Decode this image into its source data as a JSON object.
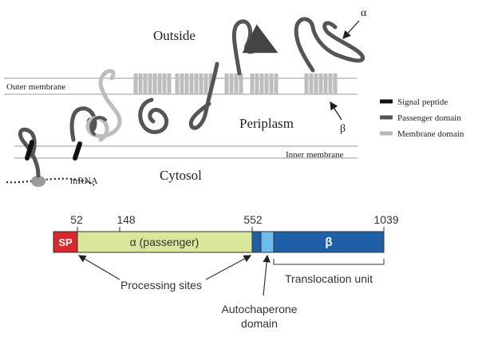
{
  "top_panel": {
    "outside_label": "Outside",
    "periplasm_label": "Periplasm",
    "cytosol_label": "Cytosol",
    "outer_membrane_label": "Outer membrane",
    "inner_membrane_label": "Inner membrane",
    "mrna_label": "mRNA",
    "alpha_label": "α",
    "beta_label": "β",
    "legend": [
      {
        "label": "Signal peptide",
        "color": "#111111"
      },
      {
        "label": "Passenger domain",
        "color": "#555555"
      },
      {
        "label": "Membrane domain",
        "color": "#b8b8b8"
      }
    ]
  },
  "domain_map": {
    "positions": [
      "52",
      "148",
      "552",
      "1039"
    ],
    "segments": [
      {
        "label": "SP",
        "color": "#d7282f"
      },
      {
        "label": "α (passenger)",
        "color": "#d9e79a"
      },
      {
        "label": "",
        "color": "#1f5fa8"
      },
      {
        "label": "",
        "color": "#6cbcee"
      },
      {
        "label": "β",
        "color": "#1f5fa8"
      }
    ],
    "annotations": {
      "processing_sites": "Processing sites",
      "translocation_unit": "Translocation unit",
      "autochaperone_line1": "Autochaperone",
      "autochaperone_line2": "domain"
    }
  }
}
